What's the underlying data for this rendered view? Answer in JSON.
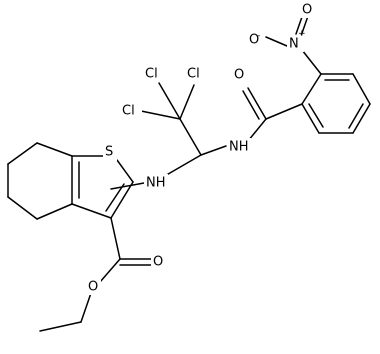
{
  "molecule": {
    "atoms": {
      "nitro_oxygen_minus": {
        "text": "O",
        "charge": "-"
      },
      "nitro_nitrogen_plus": {
        "text": "N",
        "charge": "+"
      },
      "nitro_oxygen_double": {
        "text": "O"
      },
      "amide_oxygen": {
        "text": "O"
      },
      "amide_nh": {
        "text": "NH"
      },
      "amine_nh": {
        "text": "NH"
      },
      "thiophene_sulfur": {
        "text": "S"
      },
      "chlorine_1": {
        "text": "Cl"
      },
      "chlorine_2": {
        "text": "Cl"
      },
      "chlorine_3": {
        "text": "Cl"
      },
      "ester_carbonyl_oxygen": {
        "text": "O"
      },
      "ester_ether_oxygen": {
        "text": "O"
      }
    }
  }
}
